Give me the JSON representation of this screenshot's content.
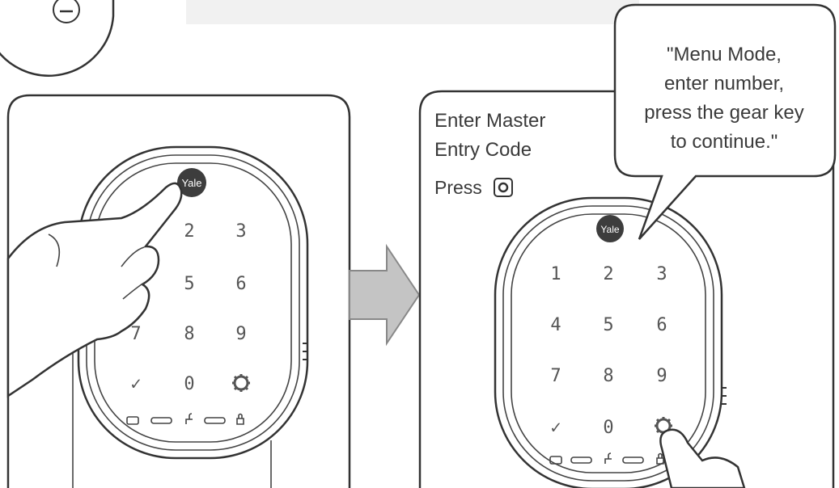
{
  "step_icon": "minus-circle-icon",
  "speech_bubble": [
    "\"Menu Mode,",
    "enter number,",
    "press the gear key",
    "to continue.\""
  ],
  "instructions": {
    "line1": "Enter Master",
    "line2": "Entry Code",
    "press": "Press"
  },
  "brand": "Yale",
  "keypad_left": {
    "keys": [
      "2",
      "3",
      "5",
      "6",
      "7",
      "8",
      "9",
      "✓",
      "0"
    ],
    "action_icon": "gear-icon"
  },
  "keypad_right": {
    "keys": [
      "1",
      "2",
      "3",
      "4",
      "5",
      "6",
      "7",
      "8",
      "9",
      "✓",
      "0"
    ],
    "action_icon": "gear-icon"
  },
  "colors": {
    "line": "#333333",
    "yale_badge": "#3d3d3d",
    "arrow": "#b8b8b8",
    "panel_border": "#4a4a4a"
  }
}
